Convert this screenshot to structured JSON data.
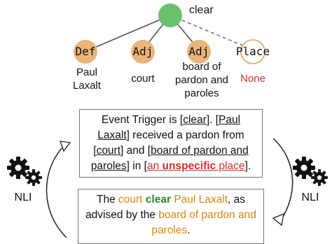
{
  "tree": {
    "trigger": "clear",
    "roles": [
      "Def",
      "Adj",
      "Adj",
      "Place"
    ],
    "args": [
      "Paul Laxalt",
      "court",
      "board of pardon and paroles",
      "None"
    ]
  },
  "colors": {
    "trigger_node": "#6cbf6c",
    "role_node": "#eab47a",
    "place_node_stroke": "#e0a060",
    "none_text": "#d0312d",
    "arg_orange": "#d98618",
    "trigger_green": "#2c8a2c"
  },
  "prompt_box": {
    "p1": "Event Trigger is [",
    "trigger": "clear",
    "p2": "]. [",
    "arg1": "Paul Laxalt",
    "p3": "] received a pardon from [",
    "arg2": "court",
    "p4": "] and [",
    "arg3": "board of pardon and paroles",
    "p5": "] in [",
    "arg4_a": "an ",
    "arg4_b": "unspecific",
    "arg4_c": " place",
    "p6": "]."
  },
  "output_box": {
    "w1": "The ",
    "arg2": "court",
    "w2": " ",
    "trigger": "clear",
    "w3": " ",
    "arg1": "Paul Laxalt",
    "w4": ", as advised by the ",
    "arg3": "board of pardon and paroles",
    "w5": "."
  },
  "side_labels": {
    "left": "NLI",
    "right": "NLI"
  },
  "icons": {
    "left": "gears-icon",
    "right": "gears-icon"
  }
}
